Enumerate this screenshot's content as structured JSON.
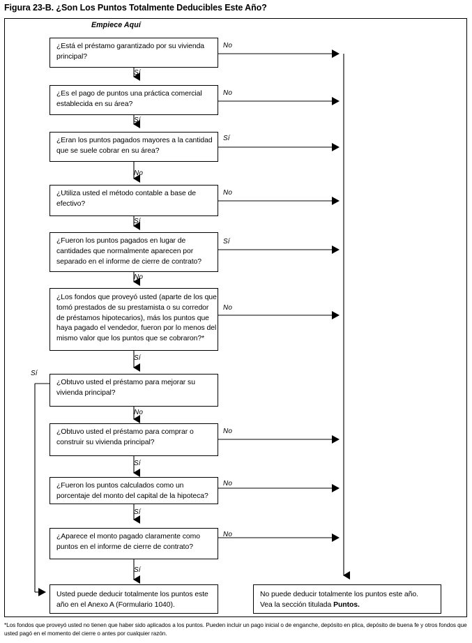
{
  "figure": {
    "title": "Figura 23-B. ¿Son Los Puntos Totalmente Deducibles Este Año?",
    "start_label": "Empiece Aquí"
  },
  "chart_data": {
    "type": "flowchart",
    "title": "Figura 23-B. ¿Son Los Puntos Totalmente Deducibles Este Año?",
    "orientation": "top-to-bottom",
    "nodes": [
      {
        "id": "q1",
        "kind": "decision",
        "text": "¿Está el préstamo garantizado por su vivienda principal?"
      },
      {
        "id": "q2",
        "kind": "decision",
        "text": "¿Es el pago de puntos una práctica comercial establecida en su área?"
      },
      {
        "id": "q3",
        "kind": "decision",
        "text": "¿Eran los puntos pagados mayores a la cantidad que se suele cobrar en su área?"
      },
      {
        "id": "q4",
        "kind": "decision",
        "text": "¿Utiliza usted el método contable a base de efectivo?"
      },
      {
        "id": "q5",
        "kind": "decision",
        "text": "¿Fueron los puntos pagados en lugar de cantidades que normalmente aparecen por separado en el informe de cierre de contrato?"
      },
      {
        "id": "q6",
        "kind": "decision",
        "text": "¿Los fondos que proveyó usted (aparte de los que tomó prestados de su prestamista o su corredor de préstamos hipotecarios), más los puntos que haya pagado el vendedor, fueron por lo menos del mismo valor que los puntos que se cobraron?*"
      },
      {
        "id": "q7",
        "kind": "decision",
        "text": "¿Obtuvo usted el préstamo para mejorar su vivienda principal?"
      },
      {
        "id": "q8",
        "kind": "decision",
        "text": "¿Obtuvo usted el préstamo para comprar o construir su vivienda principal?"
      },
      {
        "id": "q9",
        "kind": "decision",
        "text": "¿Fueron los puntos calculados como un porcentaje del monto del capital de la hipoteca?"
      },
      {
        "id": "q10",
        "kind": "decision",
        "text": "¿Aparece el monto pagado claramente como puntos en el informe de cierre de contrato?"
      },
      {
        "id": "yes_outcome",
        "kind": "terminal",
        "text": "Usted puede deducir totalmente los puntos este año en el Anexo A (Formulario 1040)."
      },
      {
        "id": "no_outcome",
        "kind": "terminal",
        "text_line1": "No puede deducir totalmente los puntos este año.",
        "text_line2_prefix": "Vea la sección titulada ",
        "text_line2_bold": "Puntos."
      }
    ],
    "edges": [
      {
        "from": "q1",
        "to": "no_outcome",
        "label": "No"
      },
      {
        "from": "q1",
        "to": "q2",
        "label": "Sí"
      },
      {
        "from": "q2",
        "to": "no_outcome",
        "label": "No"
      },
      {
        "from": "q2",
        "to": "q3",
        "label": "Sí"
      },
      {
        "from": "q3",
        "to": "no_outcome",
        "label": "Sí"
      },
      {
        "from": "q3",
        "to": "q4",
        "label": "No"
      },
      {
        "from": "q4",
        "to": "no_outcome",
        "label": "No"
      },
      {
        "from": "q4",
        "to": "q5",
        "label": "Sí"
      },
      {
        "from": "q5",
        "to": "no_outcome",
        "label": "Sí"
      },
      {
        "from": "q5",
        "to": "q6",
        "label": "No"
      },
      {
        "from": "q6",
        "to": "no_outcome",
        "label": "No"
      },
      {
        "from": "q6",
        "to": "q7",
        "label": "Sí"
      },
      {
        "from": "q7",
        "to": "yes_outcome",
        "label": "Sí"
      },
      {
        "from": "q7",
        "to": "q8",
        "label": "No"
      },
      {
        "from": "q8",
        "to": "no_outcome",
        "label": "No"
      },
      {
        "from": "q8",
        "to": "q9",
        "label": "Sí"
      },
      {
        "from": "q9",
        "to": "no_outcome",
        "label": "No"
      },
      {
        "from": "q9",
        "to": "q10",
        "label": "Sí"
      },
      {
        "from": "q10",
        "to": "no_outcome",
        "label": "No"
      },
      {
        "from": "q10",
        "to": "yes_outcome",
        "label": "Sí"
      }
    ]
  },
  "labels": {
    "q1_no": "No",
    "q1_si": "Sí",
    "q2_no": "No",
    "q2_si": "Sí",
    "q3_si": "Sí",
    "q3_no": "No",
    "q4_no": "No",
    "q4_si": "Sí",
    "q5_si": "Sí",
    "q5_no": "No",
    "q6_no": "No",
    "q6_si": "Sí",
    "q7_si": "Sí",
    "q7_no": "No",
    "q8_no": "No",
    "q8_si": "Sí",
    "q9_no": "No",
    "q9_si": "Sí",
    "q10_no": "No",
    "q10_si": "Sí"
  },
  "footnote": {
    "text": "*Los fondos que proveyó usted no tienen que haber sido aplicados a los puntos. Pueden incluir un pago inicial o de enganche, depósito en plica, depósito de buena fe y otros fondos que usted pagó en el momento del cierre o antes por cualquier razón."
  },
  "colors": {
    "line": "#000000",
    "background": "#ffffff",
    "text": "#000000"
  }
}
